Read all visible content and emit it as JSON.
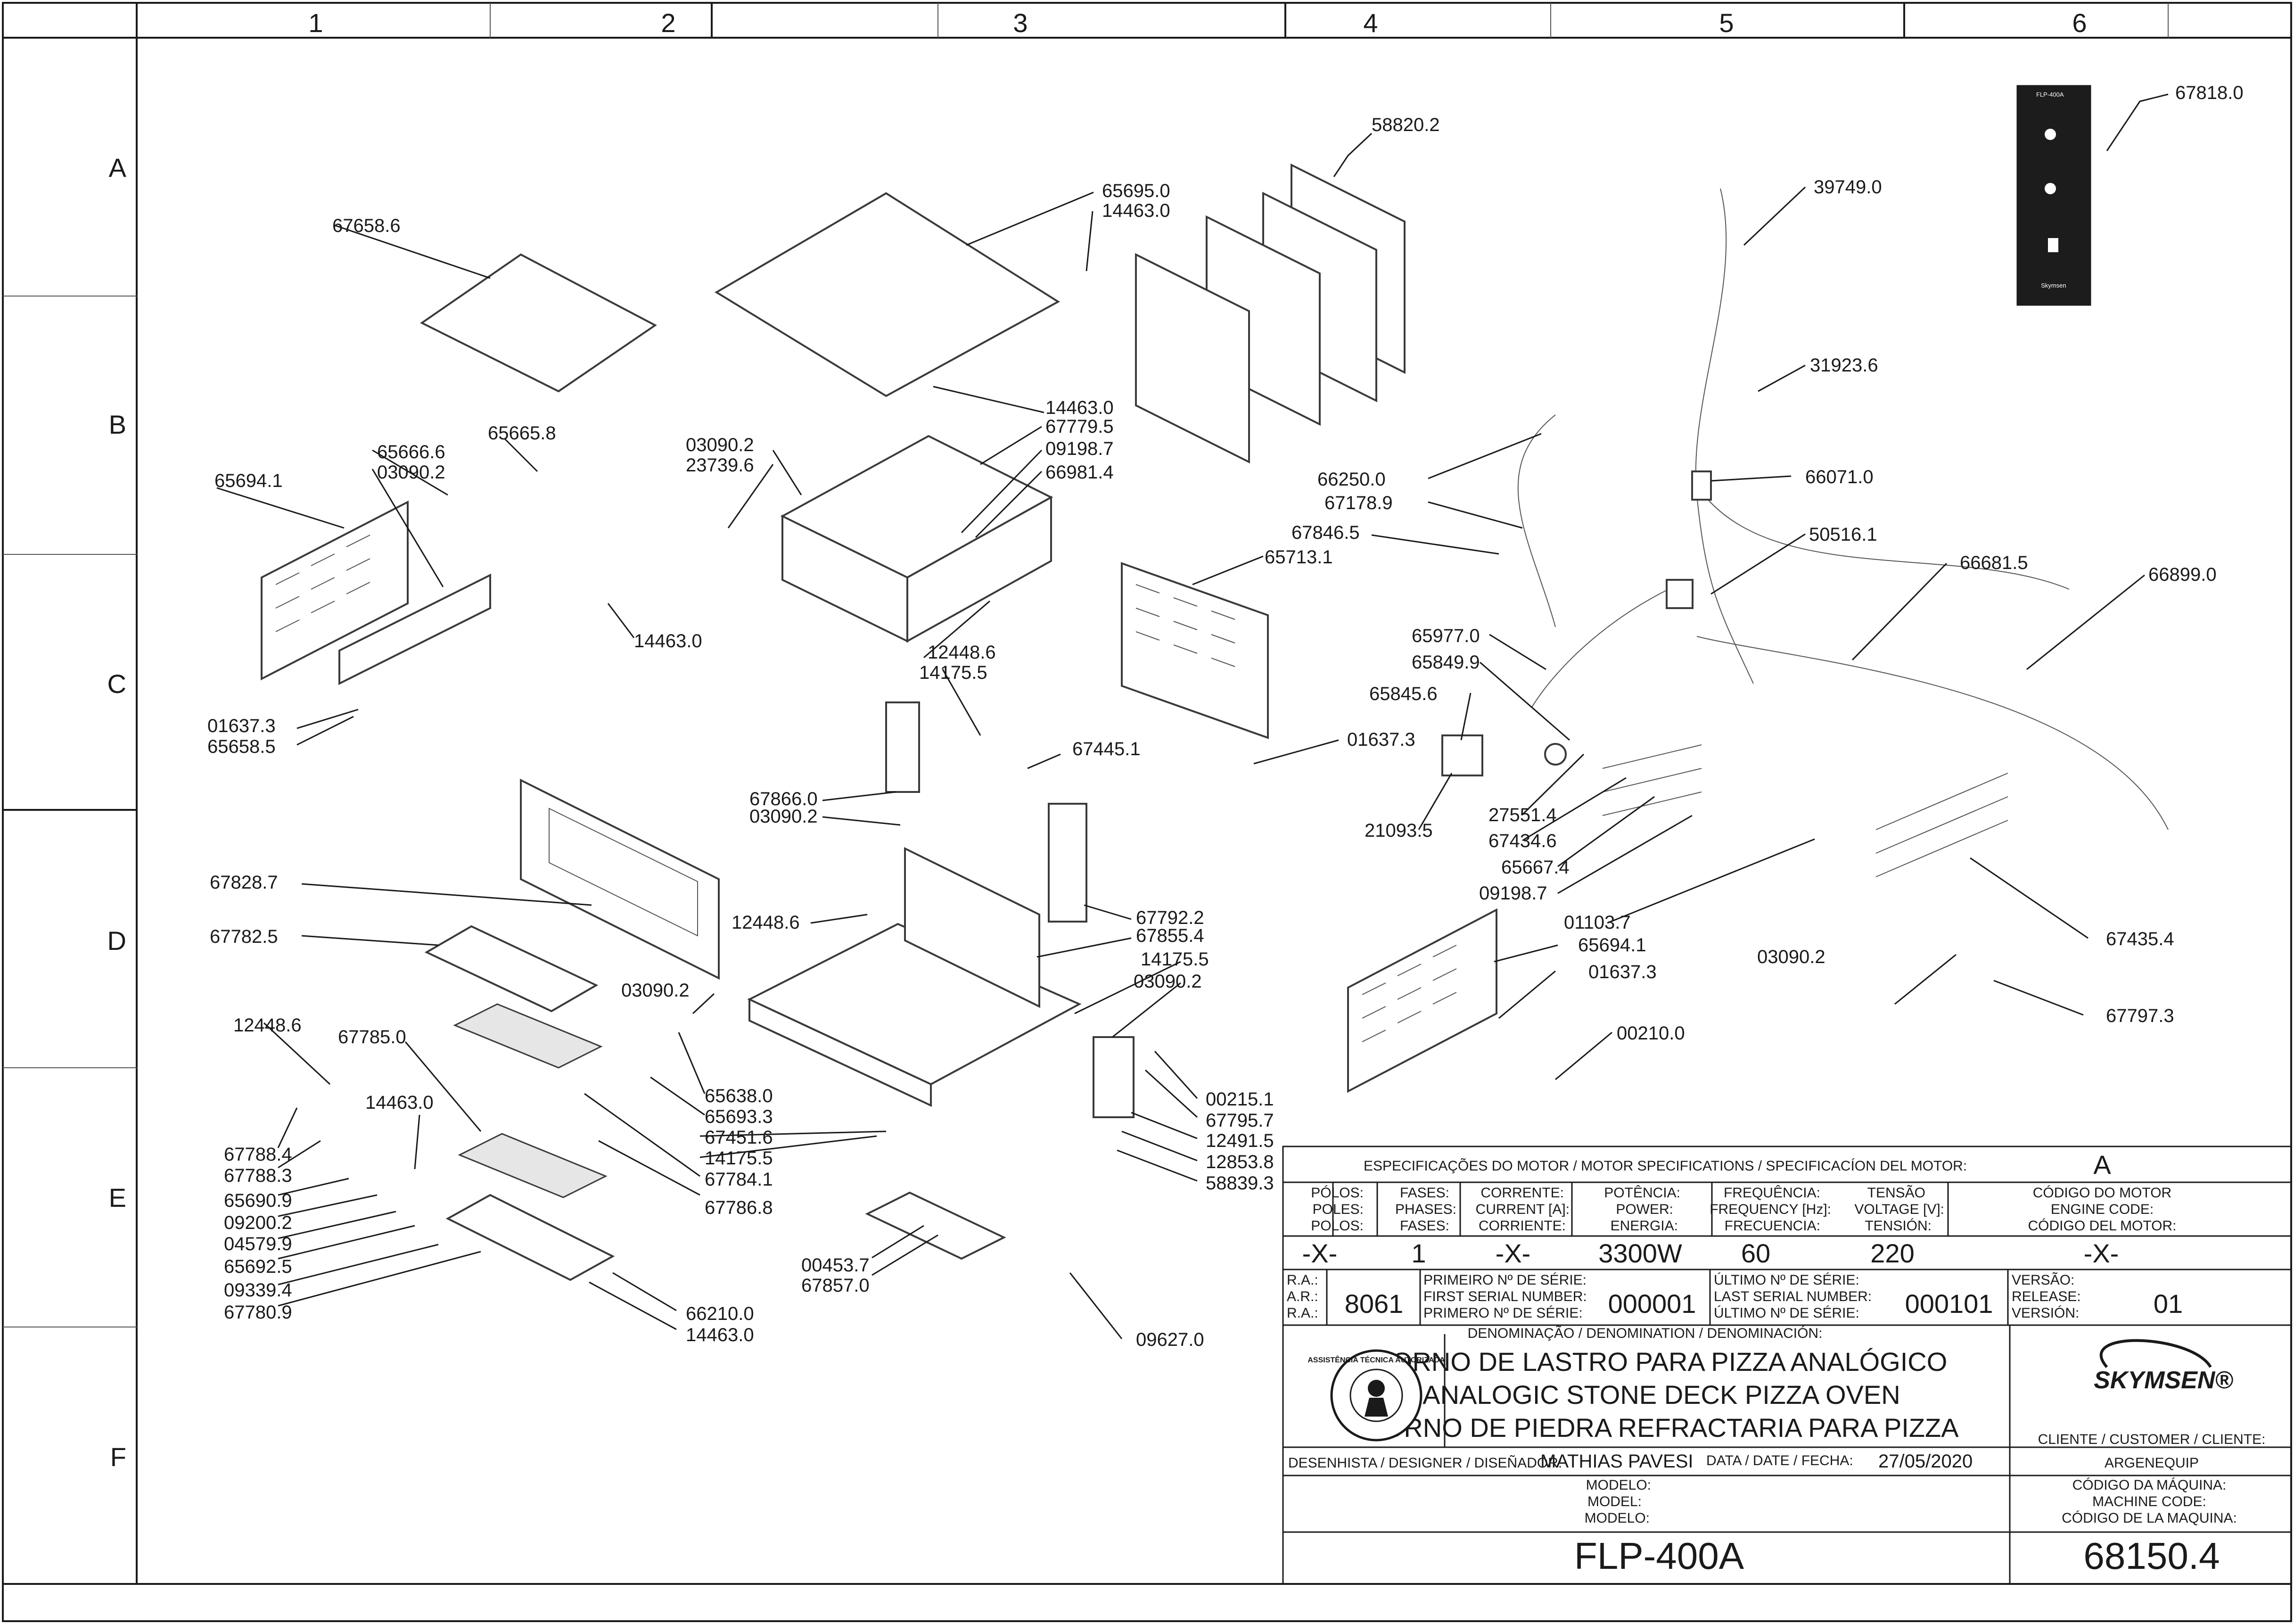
{
  "frame": {
    "columns": [
      "1",
      "2",
      "3",
      "4",
      "5",
      "6"
    ],
    "rows": [
      "A",
      "B",
      "C",
      "D",
      "E",
      "F"
    ]
  },
  "callouts": [
    "58820.2",
    "65695.0",
    "14463.0",
    "67658.6",
    "14463.0",
    "67779.5",
    "09198.7",
    "66981.4",
    "03090.2",
    "23739.6",
    "65666.6",
    "03090.2",
    "65665.8",
    "65694.1",
    "14463.0",
    "12448.6",
    "14175.5",
    "01637.3",
    "65658.5",
    "67866.0",
    "03090.2",
    "67445.1",
    "67828.7",
    "12448.6",
    "67782.5",
    "67792.2",
    "67855.4",
    "14175.5",
    "03090.2",
    "03090.2",
    "12448.6",
    "67785.0",
    "14463.0",
    "65638.0",
    "65693.3",
    "67451.6",
    "14175.5",
    "67784.1",
    "67786.8",
    "67788.4",
    "67788.3",
    "65690.9",
    "09200.2",
    "04579.9",
    "65692.5",
    "09339.4",
    "67780.9",
    "00453.7",
    "67857.0",
    "66210.0",
    "14463.0",
    "09627.0",
    "00215.1",
    "67795.7",
    "12491.5",
    "12853.8",
    "58839.3",
    "67818.0",
    "39749.0",
    "31923.6",
    "66250.0",
    "67178.9",
    "66071.0",
    "67846.5",
    "65713.1",
    "50516.1",
    "66681.5",
    "66899.0",
    "65977.0",
    "65849.9",
    "65845.6",
    "01637.3",
    "21093.5",
    "27551.4",
    "67434.6",
    "65667.4",
    "09198.7",
    "01103.7",
    "65694.1",
    "01637.3",
    "03090.2",
    "67435.4",
    "67797.3",
    "00210.0"
  ],
  "panel": {
    "model": "FLP-400A",
    "brand": "Skymsen"
  },
  "motor": {
    "header": "ESPECIFICAÇÕES DO MOTOR / MOTOR SPECIFICATIONS / SPECIFICACÍON DEL MOTOR:",
    "revision": "A",
    "labels": {
      "poles": [
        "PÓLOS:",
        "POLES:",
        "POLOS:"
      ],
      "phases": [
        "FASES:",
        "PHASES:",
        "FASES:"
      ],
      "current": [
        "CORRENTE:",
        "CURRENT [A]:",
        "CORRIENTE:"
      ],
      "power": [
        "POTÊNCIA:",
        "POWER:",
        "ENERGIA:"
      ],
      "frequency": [
        "FREQUÊNCIA:",
        "FREQUENCY [Hz]:",
        "FRECUENCIA:"
      ],
      "voltage": [
        "TENSÃO",
        "VOLTAGE [V]:",
        "TENSIÓN:"
      ],
      "engine_code": [
        "CÓDIGO DO MOTOR",
        "ENGINE CODE:",
        "CÓDIGO DEL MOTOR:"
      ]
    },
    "values": {
      "poles": "-X-",
      "phases": "1",
      "current": "-X-",
      "power": "3300W",
      "frequency": "60",
      "voltage": "220",
      "engine_code": "-X-"
    }
  },
  "record": {
    "ra_label": [
      "R.A.:",
      "A.R.:",
      "R.A.:"
    ],
    "ra": "8061",
    "first_serial_label": [
      "PRIMEIRO Nº DE SÉRIE:",
      "FIRST SERIAL NUMBER:",
      "PRIMERO Nº DE SÉRIE:"
    ],
    "first_serial": "000001",
    "last_serial_label": [
      "ÚLTIMO Nº DE SÉRIE:",
      "LAST SERIAL NUMBER:",
      "ÚLTIMO Nº DE SÉRIE:"
    ],
    "last_serial": "000101",
    "release_label": [
      "VERSÃO:",
      "RELEASE:",
      "VERSIÓN:"
    ],
    "release": "01"
  },
  "denomination": {
    "header": "DENOMINAÇÃO / DENOMINATION / DENOMINACIÓN:",
    "lines": [
      "FORNO DE LASTRO PARA PIZZA ANALÓGICO",
      "ANALOGIC STONE DECK PIZZA OVEN",
      "HORNO DE PIEDRA REFRACTARIA PARA PIZZA"
    ],
    "brand_logo": "SKYMSEN®",
    "seal_text": "ASSISTÊNCIA TÉCNICA AUTORIZADA"
  },
  "customer": {
    "label": "CLIENTE / CUSTOMER / CLIENTE:",
    "value": "ARGENEQUIP"
  },
  "designer": {
    "label": "DESENHISTA / DESIGNER / DISEÑADOR:",
    "value": "MATHIAS PAVESI"
  },
  "date": {
    "label": "DATA / DATE / FECHA:",
    "value": "27/05/2020"
  },
  "model": {
    "labels": [
      "MODELO:",
      "MODEL:",
      "MODELO:"
    ],
    "value": "FLP-400A"
  },
  "machine_code": {
    "labels": [
      "CÓDIGO DA MÁQUINA:",
      "MACHINE CODE:",
      "CÓDIGO DE LA MAQUINA:"
    ],
    "value": "68150.4"
  }
}
